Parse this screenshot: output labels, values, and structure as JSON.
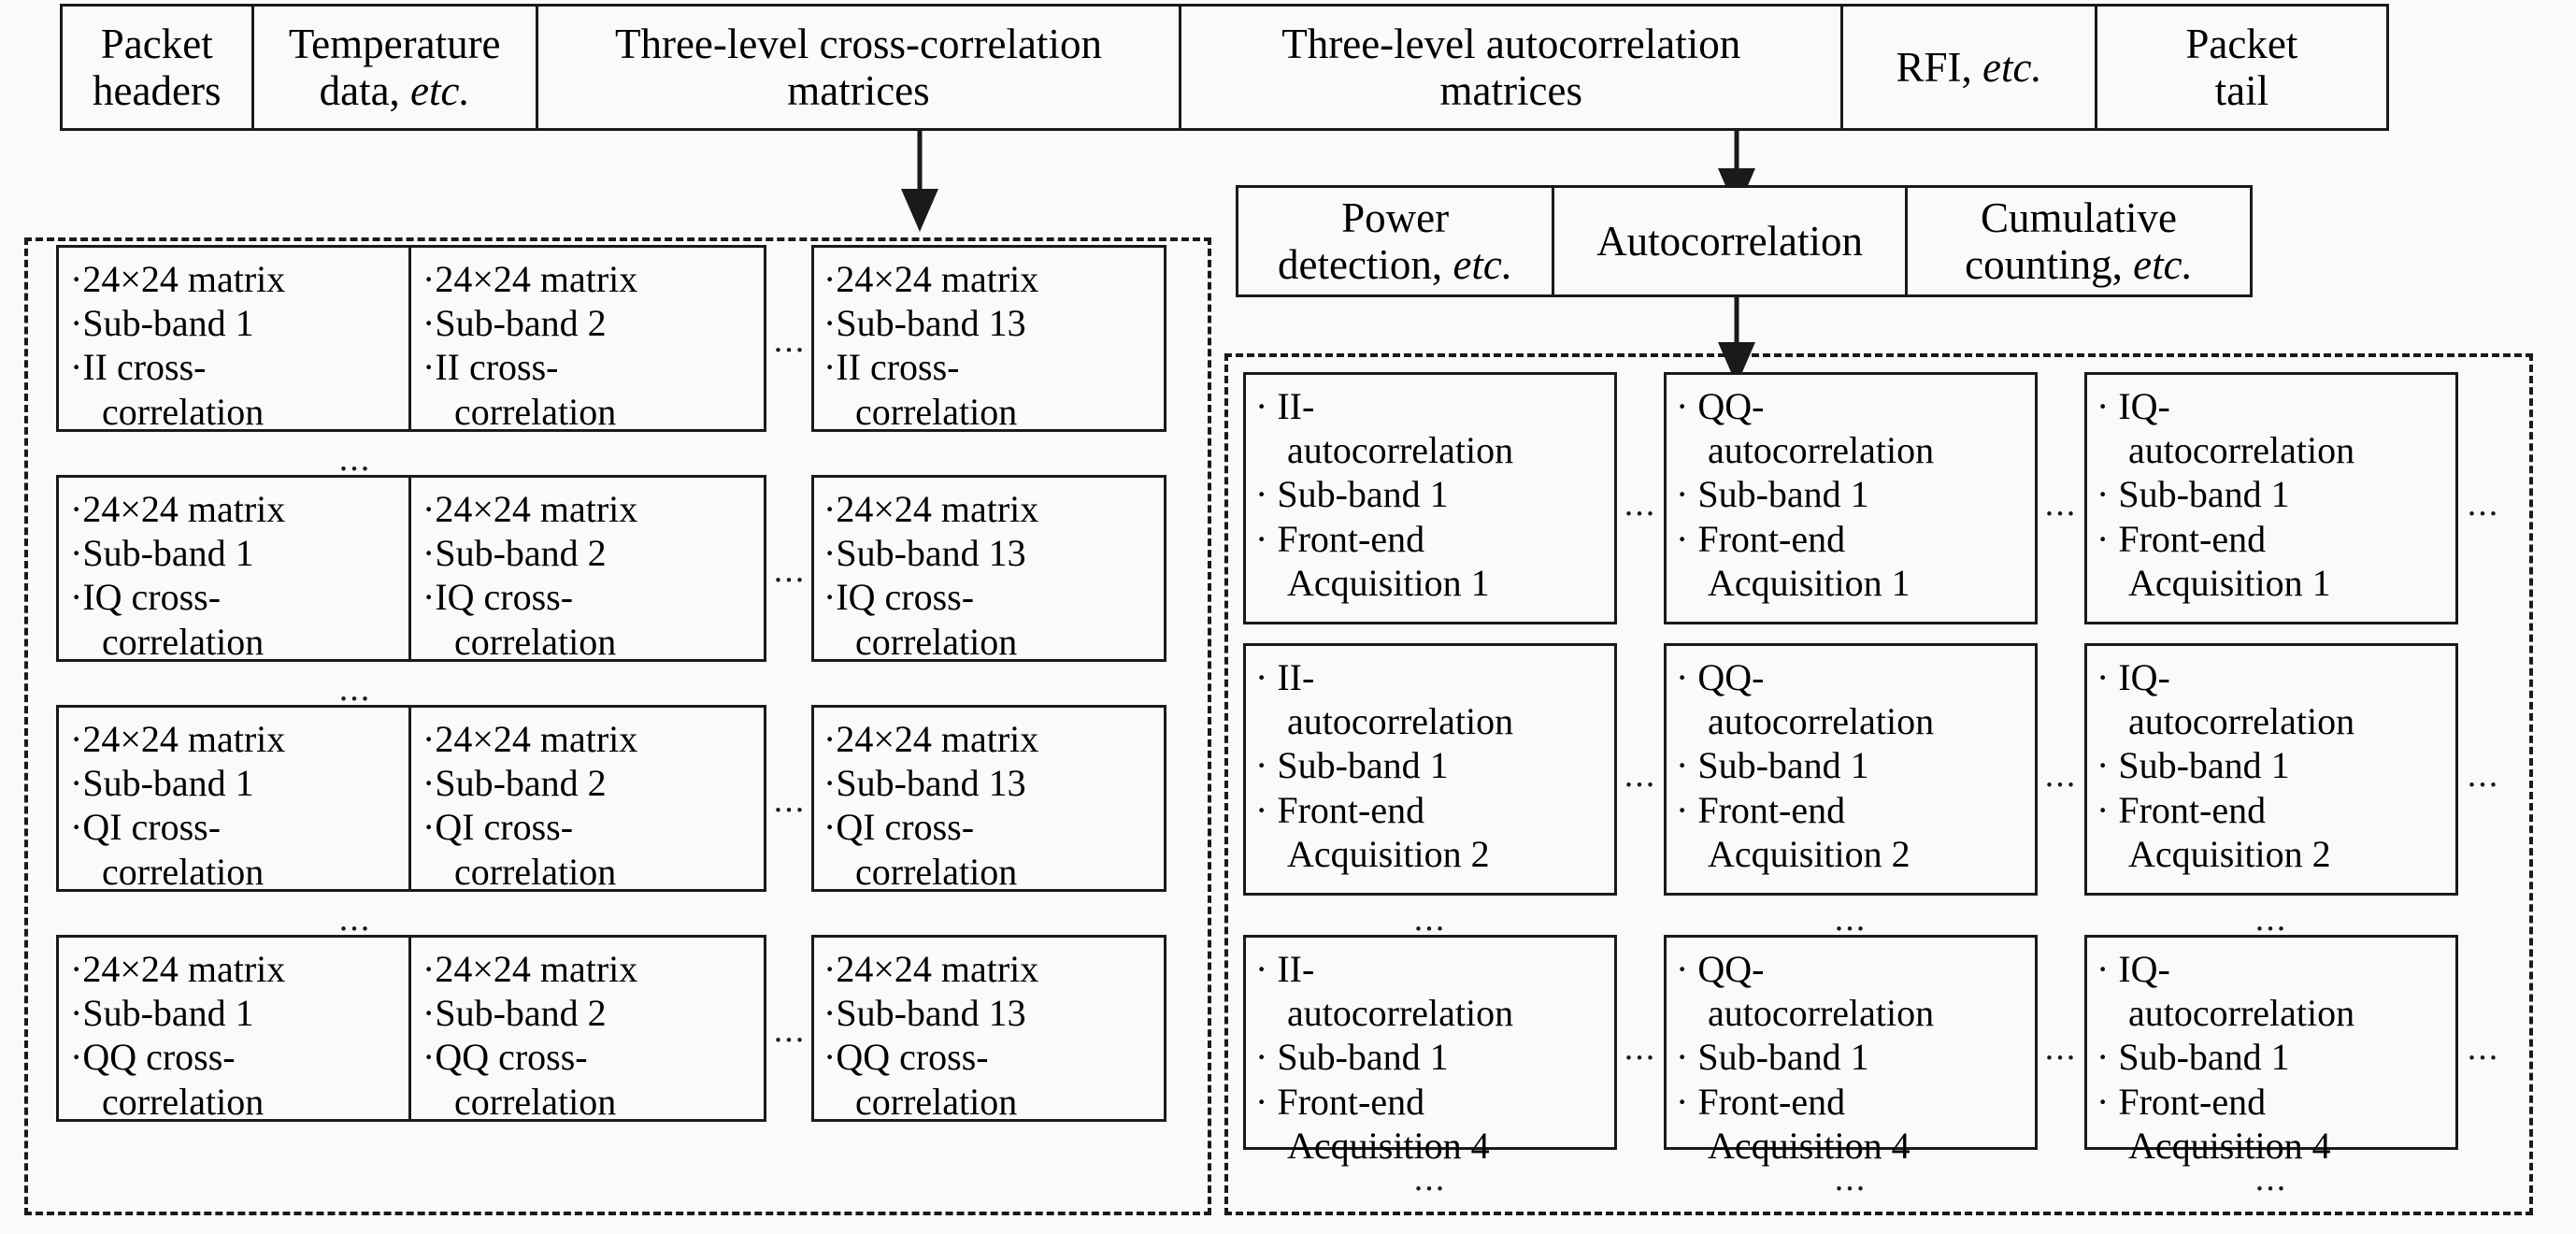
{
  "packet_structure": {
    "name": "data-packet-structure",
    "cells": [
      {
        "id": "packet-headers",
        "lines": [
          "Packet",
          "headers"
        ]
      },
      {
        "id": "temperature-data",
        "lines": [
          "Temperature",
          "data, "
        ],
        "italic_tail": "etc."
      },
      {
        "id": "cross-correlation-matrices",
        "lines": [
          "Three-level cross-correlation",
          "matrices"
        ]
      },
      {
        "id": "autocorrelation-matrices",
        "lines": [
          "Three-level autocorrelation",
          "matrices"
        ]
      },
      {
        "id": "rfi",
        "lines": [
          "RFI, "
        ],
        "italic_tail": "etc."
      },
      {
        "id": "packet-tail",
        "lines": [
          "Packet",
          "tail"
        ]
      }
    ]
  },
  "processing_row": {
    "name": "autocorrelation-processing-row",
    "cells": [
      {
        "id": "power-detection",
        "lines": [
          "Power",
          "detection, "
        ],
        "italic_tail": "etc."
      },
      {
        "id": "autocorrelation",
        "lines": [
          "Autocorrelation"
        ]
      },
      {
        "id": "cumulative-counting",
        "lines": [
          "Cumulative",
          "counting, "
        ],
        "italic_tail": "etc."
      }
    ]
  },
  "cross_correlation_panel": {
    "name": "cross-correlation-detail-panel",
    "ellipsis": "...",
    "rows": [
      {
        "type": "II",
        "pair": [
          {
            "lines": [
              "·24×24 matrix",
              "·Sub-band 1",
              "·II cross-",
              "correlation"
            ]
          },
          {
            "lines": [
              "·24×24 matrix",
              "·Sub-band 2",
              "·II cross-",
              "correlation"
            ]
          }
        ],
        "last": {
          "lines": [
            "·24×24 matrix",
            "·Sub-band 13",
            "·II cross-",
            "correlation"
          ]
        }
      },
      {
        "type": "IQ",
        "pair": [
          {
            "lines": [
              "·24×24 matrix",
              "·Sub-band 1",
              "·IQ cross-",
              "correlation"
            ]
          },
          {
            "lines": [
              "·24×24 matrix",
              "·Sub-band 2",
              "·IQ cross-",
              "correlation"
            ]
          }
        ],
        "last": {
          "lines": [
            "·24×24 matrix",
            "·Sub-band 13",
            "·IQ cross-",
            "correlation"
          ]
        }
      },
      {
        "type": "QI",
        "pair": [
          {
            "lines": [
              "·24×24 matrix",
              "·Sub-band 1",
              "·QI cross-",
              "correlation"
            ]
          },
          {
            "lines": [
              "·24×24 matrix",
              "·Sub-band 2",
              "·QI cross-",
              "correlation"
            ]
          }
        ],
        "last": {
          "lines": [
            "·24×24 matrix",
            "·Sub-band 13",
            "·QI cross-",
            "correlation"
          ]
        }
      },
      {
        "type": "QQ",
        "pair": [
          {
            "lines": [
              "·24×24 matrix",
              "·Sub-band 1",
              "·QQ cross-",
              "correlation"
            ]
          },
          {
            "lines": [
              "·24×24 matrix",
              "·Sub-band 2",
              "·QQ cross-",
              "correlation"
            ]
          }
        ],
        "last": {
          "lines": [
            "·24×24 matrix",
            "·Sub-band 13",
            "·QQ cross-",
            "correlation"
          ]
        }
      }
    ]
  },
  "autocorrelation_panel": {
    "name": "autocorrelation-detail-panel",
    "ellipsis": "...",
    "rows": [
      {
        "acq": "1",
        "cols": [
          {
            "lines": [
              "· II-",
              "autocorrelation",
              "· Sub-band 1",
              "· Front-end",
              "Acquisition 1"
            ]
          },
          {
            "lines": [
              "· QQ-",
              "autocorrelation",
              "· Sub-band 1",
              "· Front-end",
              "Acquisition 1"
            ]
          },
          {
            "lines": [
              "· IQ-",
              "autocorrelation",
              "· Sub-band 1",
              "· Front-end",
              "Acquisition 1"
            ]
          }
        ]
      },
      {
        "acq": "2",
        "cols": [
          {
            "lines": [
              "· II-",
              "autocorrelation",
              "· Sub-band 1",
              "· Front-end",
              "Acquisition 2"
            ]
          },
          {
            "lines": [
              "· QQ-",
              "autocorrelation",
              "· Sub-band 1",
              "· Front-end",
              "Acquisition 2"
            ]
          },
          {
            "lines": [
              "· IQ-",
              "autocorrelation",
              "· Sub-band 1",
              "· Front-end",
              "Acquisition 2"
            ]
          }
        ]
      },
      {
        "acq": "4",
        "cols": [
          {
            "lines": [
              "· II-",
              "autocorrelation",
              "· Sub-band 1",
              "· Front-end",
              "Acquisition 4"
            ]
          },
          {
            "lines": [
              "· QQ-",
              "autocorrelation",
              "· Sub-band 1",
              "· Front-end",
              "Acquisition 4"
            ]
          },
          {
            "lines": [
              "· IQ-",
              "autocorrelation",
              "· Sub-band 1",
              "· Front-end",
              "Acquisition 4"
            ]
          }
        ]
      }
    ]
  },
  "arrows": [
    {
      "id": "arrow-cross-correlation",
      "label": "down-arrow"
    },
    {
      "id": "arrow-autocorrelation-to-processing",
      "label": "down-arrow"
    },
    {
      "id": "arrow-processing-to-detail",
      "label": "down-arrow"
    }
  ],
  "colors": {
    "stroke": "#1a1a1a",
    "background": "#fafafa"
  }
}
